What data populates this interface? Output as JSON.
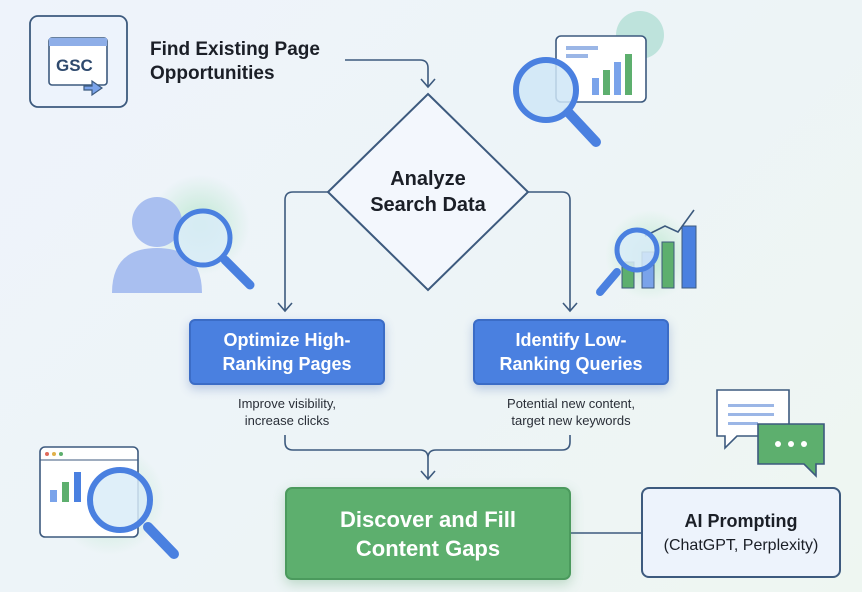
{
  "header": {
    "title_line1": "Find Existing Page",
    "title_line2": "Opportunities",
    "gsc_label": "GSC"
  },
  "decision": {
    "line1": "Analyze",
    "line2": "Search Data"
  },
  "branches": [
    {
      "label_line1": "Optimize High-",
      "label_line2": "Ranking Pages",
      "caption_line1": "Improve visibility,",
      "caption_line2": "increase clicks"
    },
    {
      "label_line1": "Identify Low-",
      "label_line2": "Ranking Queries",
      "caption_line1": "Potential new content,",
      "caption_line2": "target new keywords"
    }
  ],
  "outcome": {
    "line1": "Discover and Fill",
    "line2": "Content Gaps"
  },
  "ai": {
    "title": "AI Prompting",
    "subtitle": "(ChatGPT, Perplexity)"
  },
  "colors": {
    "blue": "#4a80e0",
    "green": "#5daf6e",
    "outline": "#3d5a7e"
  }
}
